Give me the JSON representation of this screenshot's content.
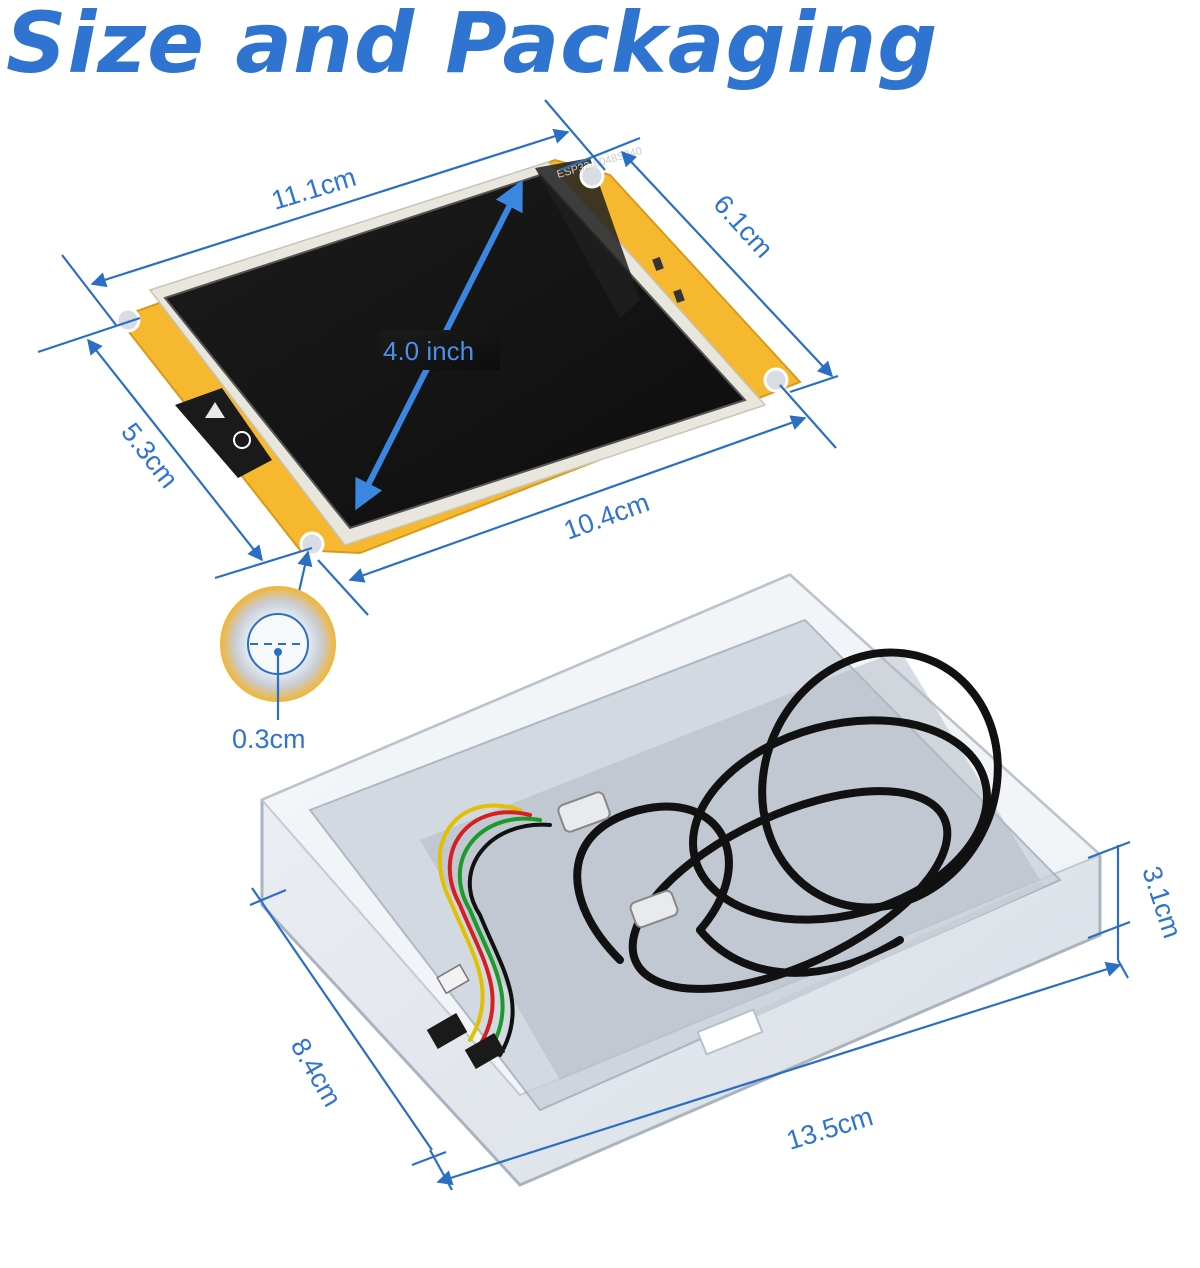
{
  "title": "Size and Packaging",
  "colors": {
    "accent": "#2e74d0",
    "pcb": "#f5b82e",
    "screen": "#161616",
    "cable": "#111111"
  },
  "dimensions": {
    "board_length": "11.1cm",
    "board_width": "6.1cm",
    "diagonal": "4.0 inch",
    "board_inner_width": "5.3cm",
    "board_inner_length": "10.4cm",
    "hole_diameter": "0.3cm",
    "box_height": "3.1cm",
    "box_width": "8.4cm",
    "box_length": "13.5cm"
  },
  "board": {
    "pcb_label": "ESP32-8048S040"
  }
}
